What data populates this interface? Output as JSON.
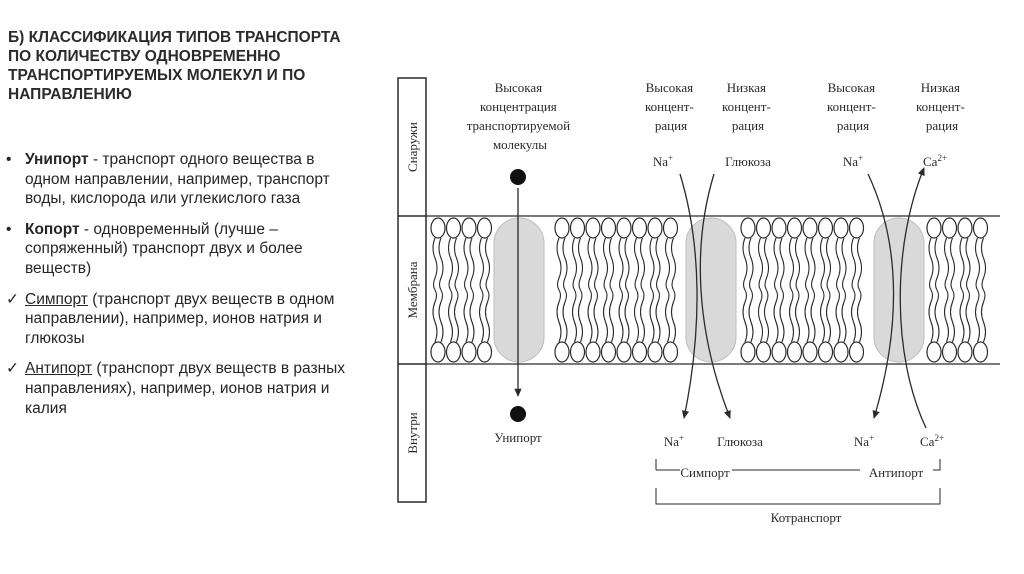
{
  "heading": "Б) КЛАССИФИКАЦИЯ ТИПОВ ТРАНСПОРТА ПО КОЛИЧЕСТВУ ОДНОВРЕМЕННО ТРАНСПОРТИРУЕМЫХ МОЛЕКУЛ И ПО НАПРАВЛЕНИЮ",
  "bullets": [
    {
      "marker": "•",
      "term": "Унипорт",
      "text": " - транспорт одного вещества в одном направлении, например, транспорт воды, кислорода или углекислого газа"
    },
    {
      "marker": "•",
      "term": "Копорт",
      "text": " - одновременный (лучше – сопряженный) транспорт двух и более веществ)"
    },
    {
      "marker": "✓",
      "term": "Симпорт",
      "text": " (транспорт двух веществ в одном направлении), например, ионов натрия и глюкозы"
    },
    {
      "marker": "✓",
      "term": "Антипорт",
      "text": " (транспорт двух веществ в разных направлениях), например, ионов натрия и калия"
    }
  ],
  "diagram": {
    "side_labels": {
      "outside": "Снаружи",
      "membrane": "Мембрана",
      "inside": "Внутри"
    },
    "top_labels": {
      "uniport": [
        "Высокая",
        "концентрация",
        "транспортируемой",
        "молекулы"
      ],
      "symport_high": [
        "Высокая",
        "концент-",
        "рация"
      ],
      "symport_low": [
        "Низкая",
        "концент-",
        "рация"
      ],
      "antiport_high": [
        "Высокая",
        "концент-",
        "рация"
      ],
      "antiport_low": [
        "Низкая",
        "концент-",
        "рация"
      ]
    },
    "top_species": {
      "na_1": "Na",
      "glucose": "Глюкоза",
      "na_2": "Na",
      "ca": "Ca"
    },
    "bottom_species": {
      "na_1": "Na",
      "glucose": "Глюкоза",
      "na_2": "Na",
      "ca": "Ca"
    },
    "charges": {
      "na": "+",
      "ca": "2+"
    },
    "bottom_labels": {
      "uniport": "Унипорт",
      "symport": "Симпорт",
      "antiport": "Антипорт",
      "cotransport": "Котранспорт"
    },
    "colors": {
      "line": "#2a2a2a",
      "channel": "#d9d9d9",
      "background": "#ffffff"
    }
  }
}
